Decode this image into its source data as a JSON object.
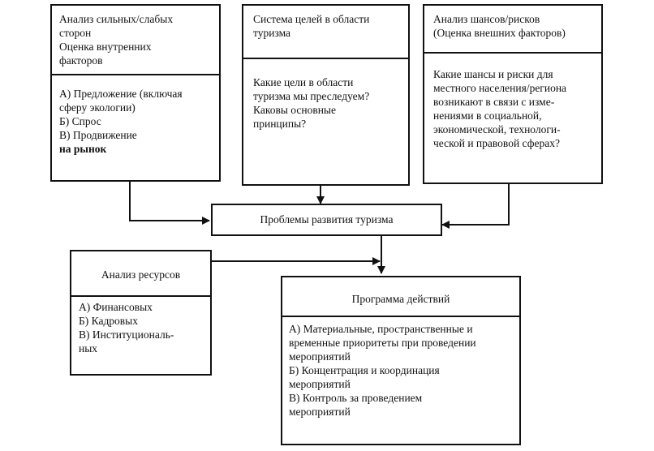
{
  "strengths": {
    "title_lines": [
      "Анализ сильных/слабых",
      "сторон",
      "Оценка внутренних",
      "факторов"
    ],
    "body_lines": [
      "А) Предложение (включая",
      "сферу экологии)",
      "Б) Спрос",
      "В) Продвижение",
      "на рынок"
    ]
  },
  "goals": {
    "title_lines": [
      "Система целей в области",
      "туризма"
    ],
    "body_lines": [
      "Какие цели в области",
      "туризма мы преследуем?",
      "Каковы основные",
      "принципы?"
    ]
  },
  "chances": {
    "title_lines": [
      "Анализ шансов/рисков",
      "(Оценка внешних факторов)"
    ],
    "body_lines": [
      "Какие шансы и риски для",
      "местного населения/региона",
      "возникают в связи с изме-",
      "нениями в социальной,",
      "экономической, технологи-",
      "ческой и правовой сферах?"
    ]
  },
  "problems": {
    "label": "Проблемы развития туризма"
  },
  "resources": {
    "title": "Анализ ресурсов",
    "body_lines": [
      "А) Финансовых",
      "Б) Кадровых",
      "В) Институциональ-",
      "ных"
    ]
  },
  "program": {
    "title": "Программа действий",
    "body_lines": [
      "А) Материальные, пространственные и",
      "временные приоритеты при проведении",
      "мероприятий",
      "Б) Концентрация и координация",
      "мероприятий",
      "В) Контроль за проведением",
      "мероприятий"
    ]
  }
}
